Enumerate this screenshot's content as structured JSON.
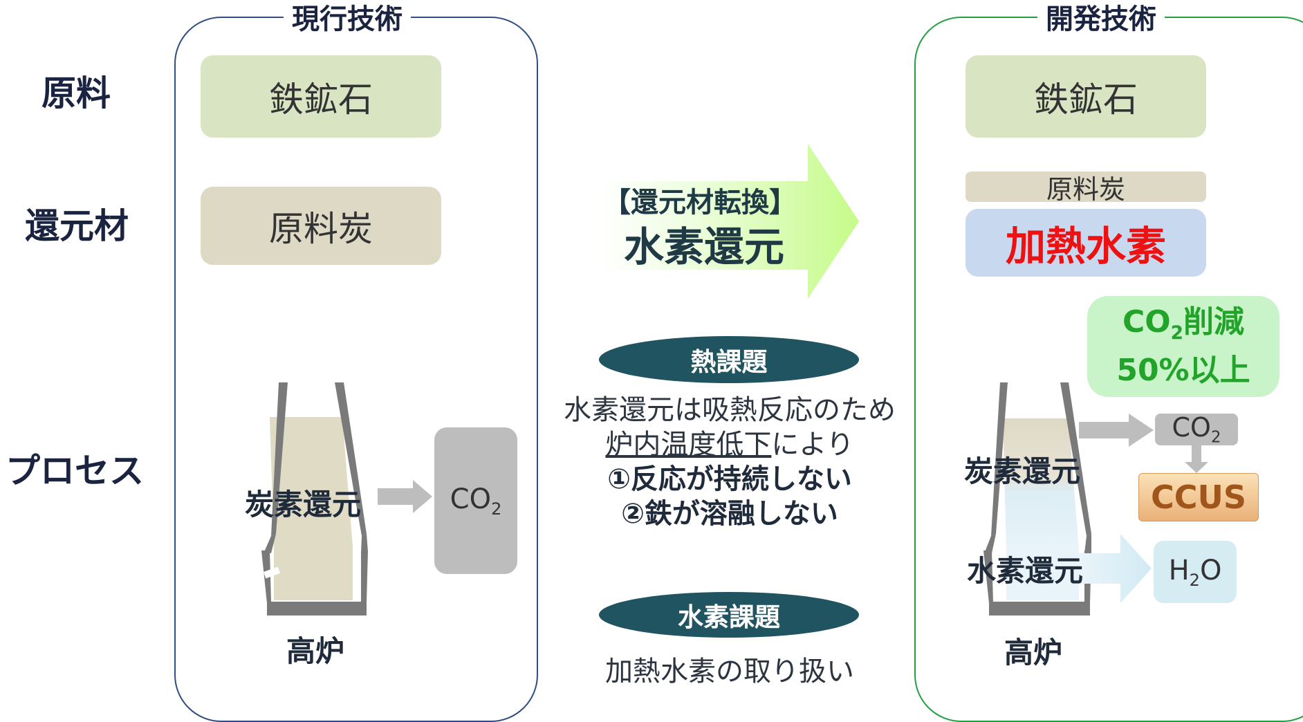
{
  "row_labels": {
    "raw": "原料",
    "reductant": "還元材",
    "process": "プロセス"
  },
  "current": {
    "title": "現行技術",
    "ore": "鉄鉱石",
    "coal": "原料炭",
    "reaction": "炭素還元",
    "co2_main": "CO",
    "co2_sub": "2",
    "furnace": "高炉"
  },
  "transition": {
    "arrow_line1": "【還元材転換】",
    "arrow_line2": "水素還元",
    "heat_title": "熱課題",
    "heat_line1": "水素還元は吸熱反応のため",
    "heat_line2_underlined": "炉内温度低下",
    "heat_line2_rest": "により",
    "heat_line3": "①反応が持続しない",
    "heat_line4": "②鉄が溶融しない",
    "hydrogen_title": "水素課題",
    "hydrogen_line": "加熱水素の取り扱い"
  },
  "developed": {
    "title": "開発技術",
    "ore": "鉄鉱石",
    "coal": "原料炭",
    "heated_h2": "加熱水素",
    "reduction_pre": "CO",
    "reduction_sub": "2",
    "reduction_post": "削減",
    "reduction_amount": "50%以上",
    "carbon_reaction": "炭素還元",
    "co2_main": "CO",
    "co2_sub": "2",
    "ccus": "CCUS",
    "h2_reaction": "水素還元",
    "h2o_pre": "H",
    "h2o_sub": "2",
    "h2o_post": "O",
    "furnace": "高炉"
  },
  "colors": {
    "ore_box": "#d8e4c2",
    "coal_box": "#ded9c4",
    "heated_h2_box": "#c8d8ee",
    "heated_h2_text": "#ee1111",
    "reduction_box": "#c9f3c9",
    "reduction_text": "#22a32a",
    "pill": "#205460",
    "ccus_box": "#f2c88f",
    "ccus_text": "#a0561a",
    "h2o_box": "#d6ecf3",
    "co2_box": "#bdbdbd",
    "current_panel_border": "#2f4d82",
    "developed_panel_border": "#22a040",
    "arrow_gradient_end": "#c6fb8a"
  }
}
